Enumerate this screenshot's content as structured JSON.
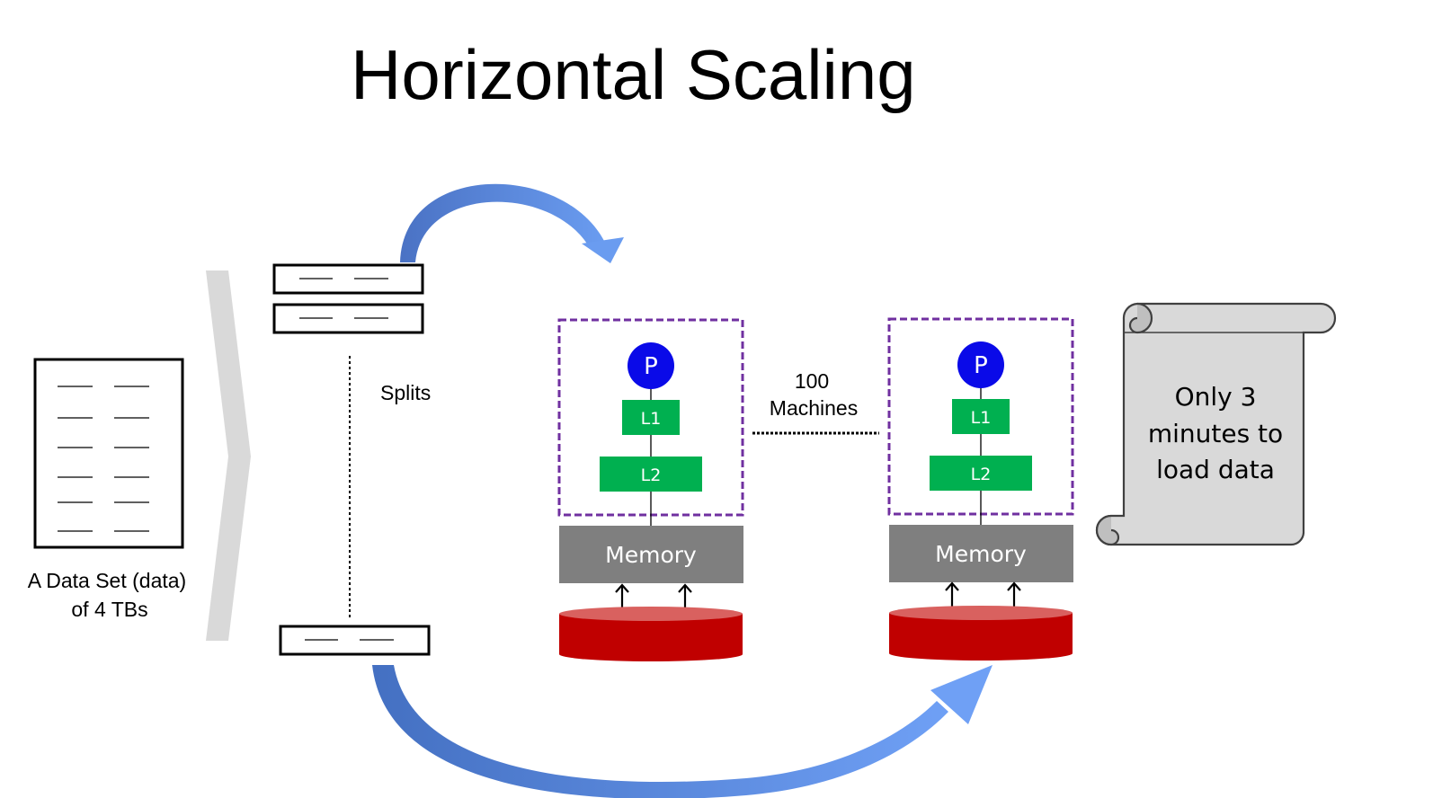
{
  "title": "Horizontal Scaling",
  "dataset": {
    "line1": "A Data Set (data)",
    "line2": "of 4 TBs"
  },
  "splits_label": "Splits",
  "machines": {
    "line1": "100",
    "line2": "Machines"
  },
  "node": {
    "processor": "P",
    "l1": "L1",
    "l2": "L2",
    "memory": "Memory"
  },
  "scroll": {
    "line1": "Only 3",
    "line2": "minutes to",
    "line3": "load data"
  },
  "colors": {
    "processor": "#0a0ae8",
    "cache": "#00b050",
    "memory": "#7f7f7f",
    "disk": "#c00000",
    "disk_top": "#d9615f",
    "dashed_border": "#7030a0",
    "arrow": "#5b86d6",
    "chevron": "#d9d9d9",
    "scroll_fill": "#d9d9d9"
  }
}
